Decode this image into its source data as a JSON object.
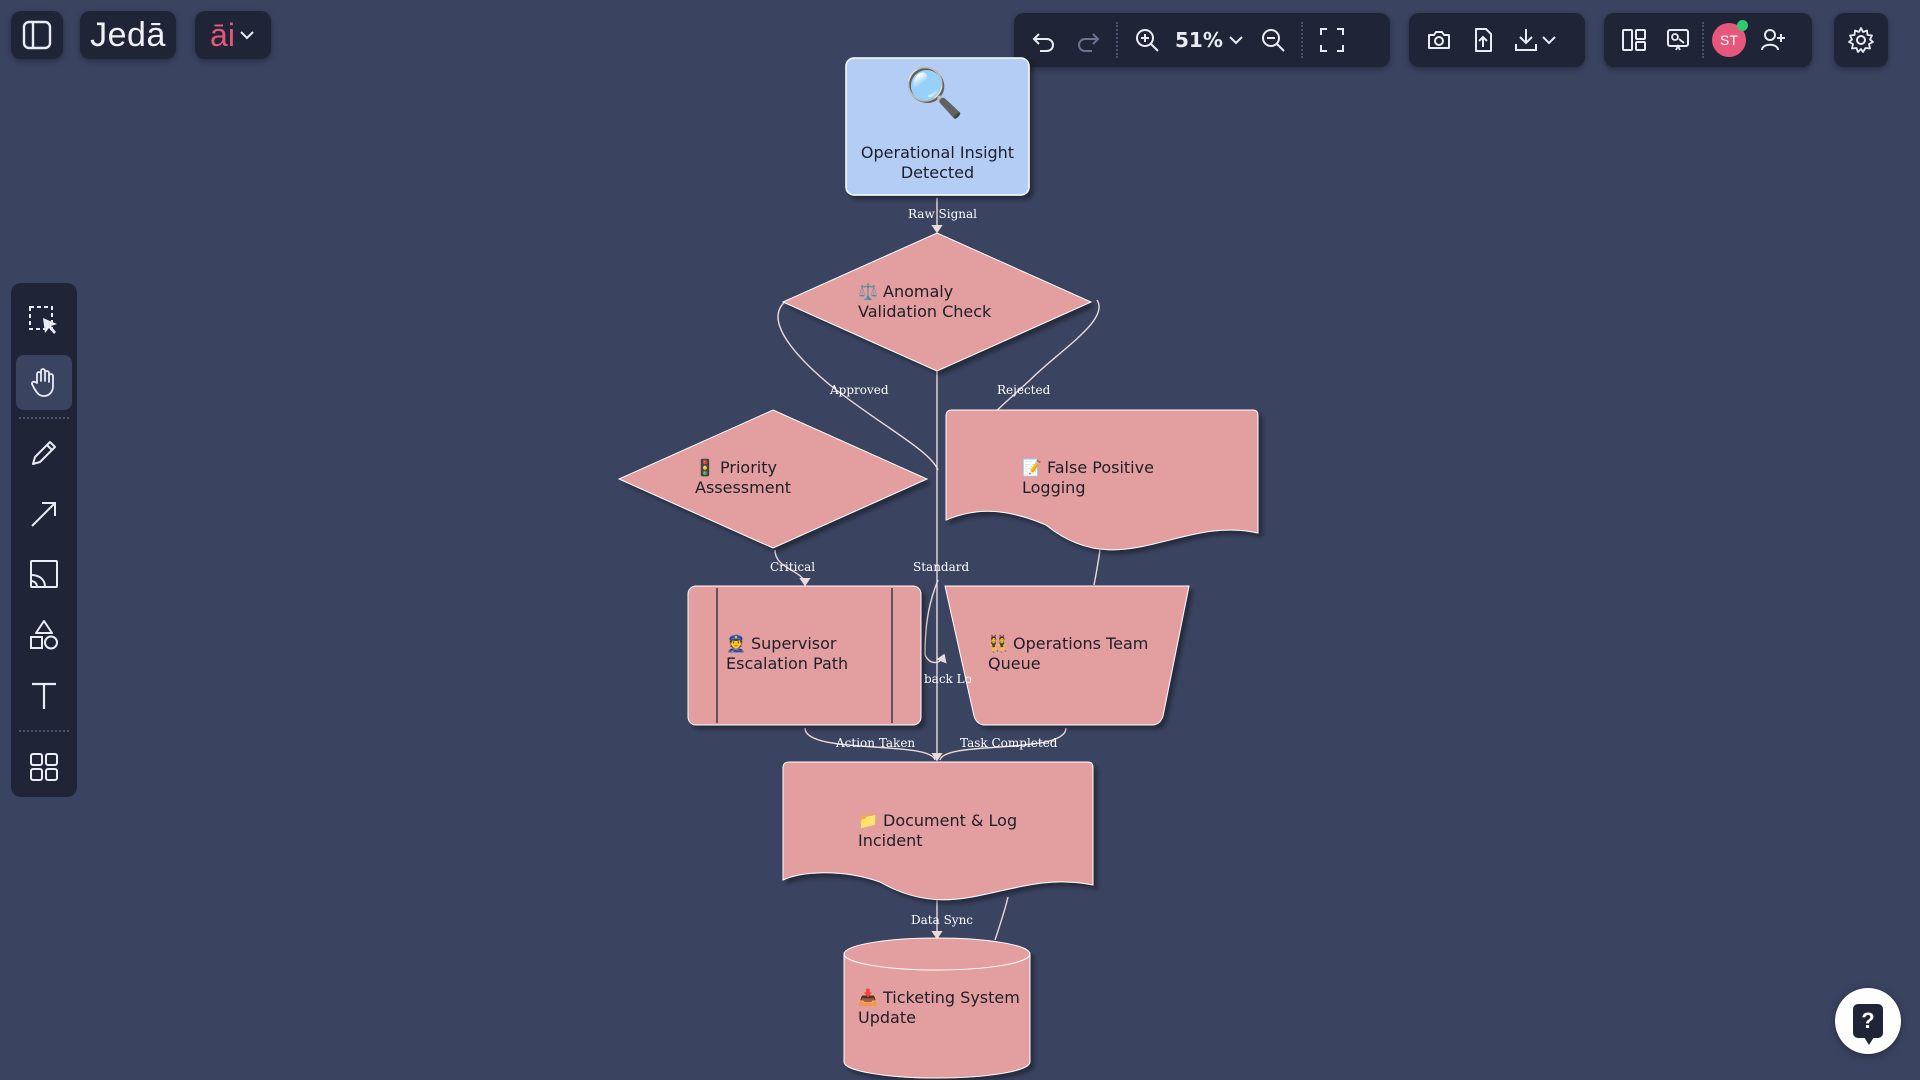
{
  "app": {
    "logo_text": "Jedā",
    "ai_label": "āi",
    "zoom": "51%",
    "avatar_initials": "ST"
  },
  "colors": {
    "canvas_bg": "#3a4360",
    "panel_bg": "#1f2436",
    "node_fill": "#e39e9f",
    "start_fill": "#b4cdf5",
    "edge": "#ecdadb",
    "accent": "#e5577b",
    "online": "#2ecc71"
  },
  "toolbar_top": {
    "left": [
      "sidebar-toggle-icon"
    ],
    "history": [
      "undo-icon",
      "redo-icon"
    ],
    "zoom": [
      "zoom-in-icon",
      "chevron-down-icon",
      "zoom-out-icon",
      "fit-screen-icon"
    ],
    "export": [
      "camera-icon",
      "upload-file-icon",
      "download-icon",
      "chevron-down-icon"
    ],
    "view": [
      "layout-panels-icon",
      "presentation-icon",
      "avatar",
      "add-user-icon"
    ],
    "settings": [
      "gear-icon"
    ]
  },
  "toolbar_left": [
    "select-area-icon",
    "hand-icon",
    "pencil-icon",
    "arrow-icon",
    "image-frame-icon",
    "shapes-icon",
    "text-icon",
    "grid-apps-icon"
  ],
  "diagram": {
    "nodes": {
      "insight": {
        "icon": "🔍",
        "label": "Operational Insight\nDetected"
      },
      "anomaly": {
        "label": "⚖️ Anomaly\nValidation Check"
      },
      "priority": {
        "label": "🚦 Priority\nAssessment"
      },
      "false_positive": {
        "label": "📝 False Positive\nLogging"
      },
      "supervisor": {
        "label": "👮 Supervisor\nEscalation Path"
      },
      "ops_queue": {
        "label": "👯 Operations Team\nQueue"
      },
      "document": {
        "label": "📁 Document & Log\nIncident"
      },
      "ticketing": {
        "label": "📥 Ticketing System\nUpdate"
      }
    },
    "edges": {
      "raw_signal": "Raw Signal",
      "approved": "Approved",
      "rejected": "Rejected",
      "critical": "Critical",
      "standard": "Standard",
      "feedback": "back Lo",
      "action_taken": "Action Taken",
      "task_completed": "Task Completed",
      "data_sync": "Data Sync"
    }
  },
  "help": {
    "label": "?"
  }
}
